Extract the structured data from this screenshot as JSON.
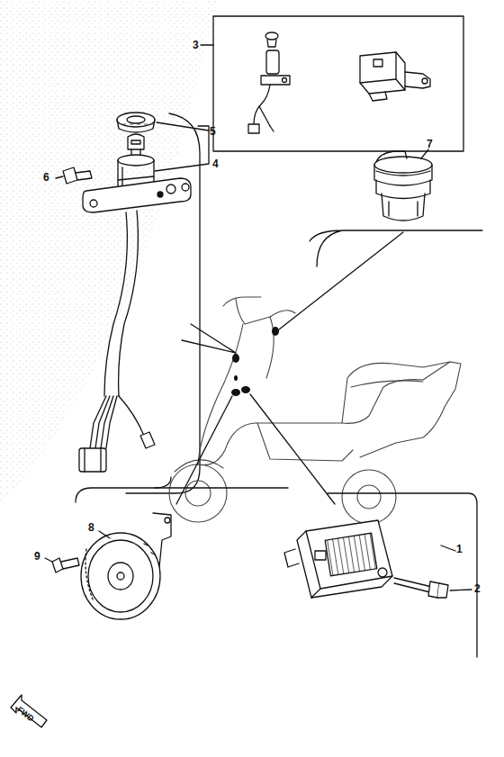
{
  "diagram": {
    "labels": [
      "3",
      "5",
      "4",
      "6",
      "7",
      "8",
      "9",
      "1",
      "2",
      "FWD"
    ]
  }
}
